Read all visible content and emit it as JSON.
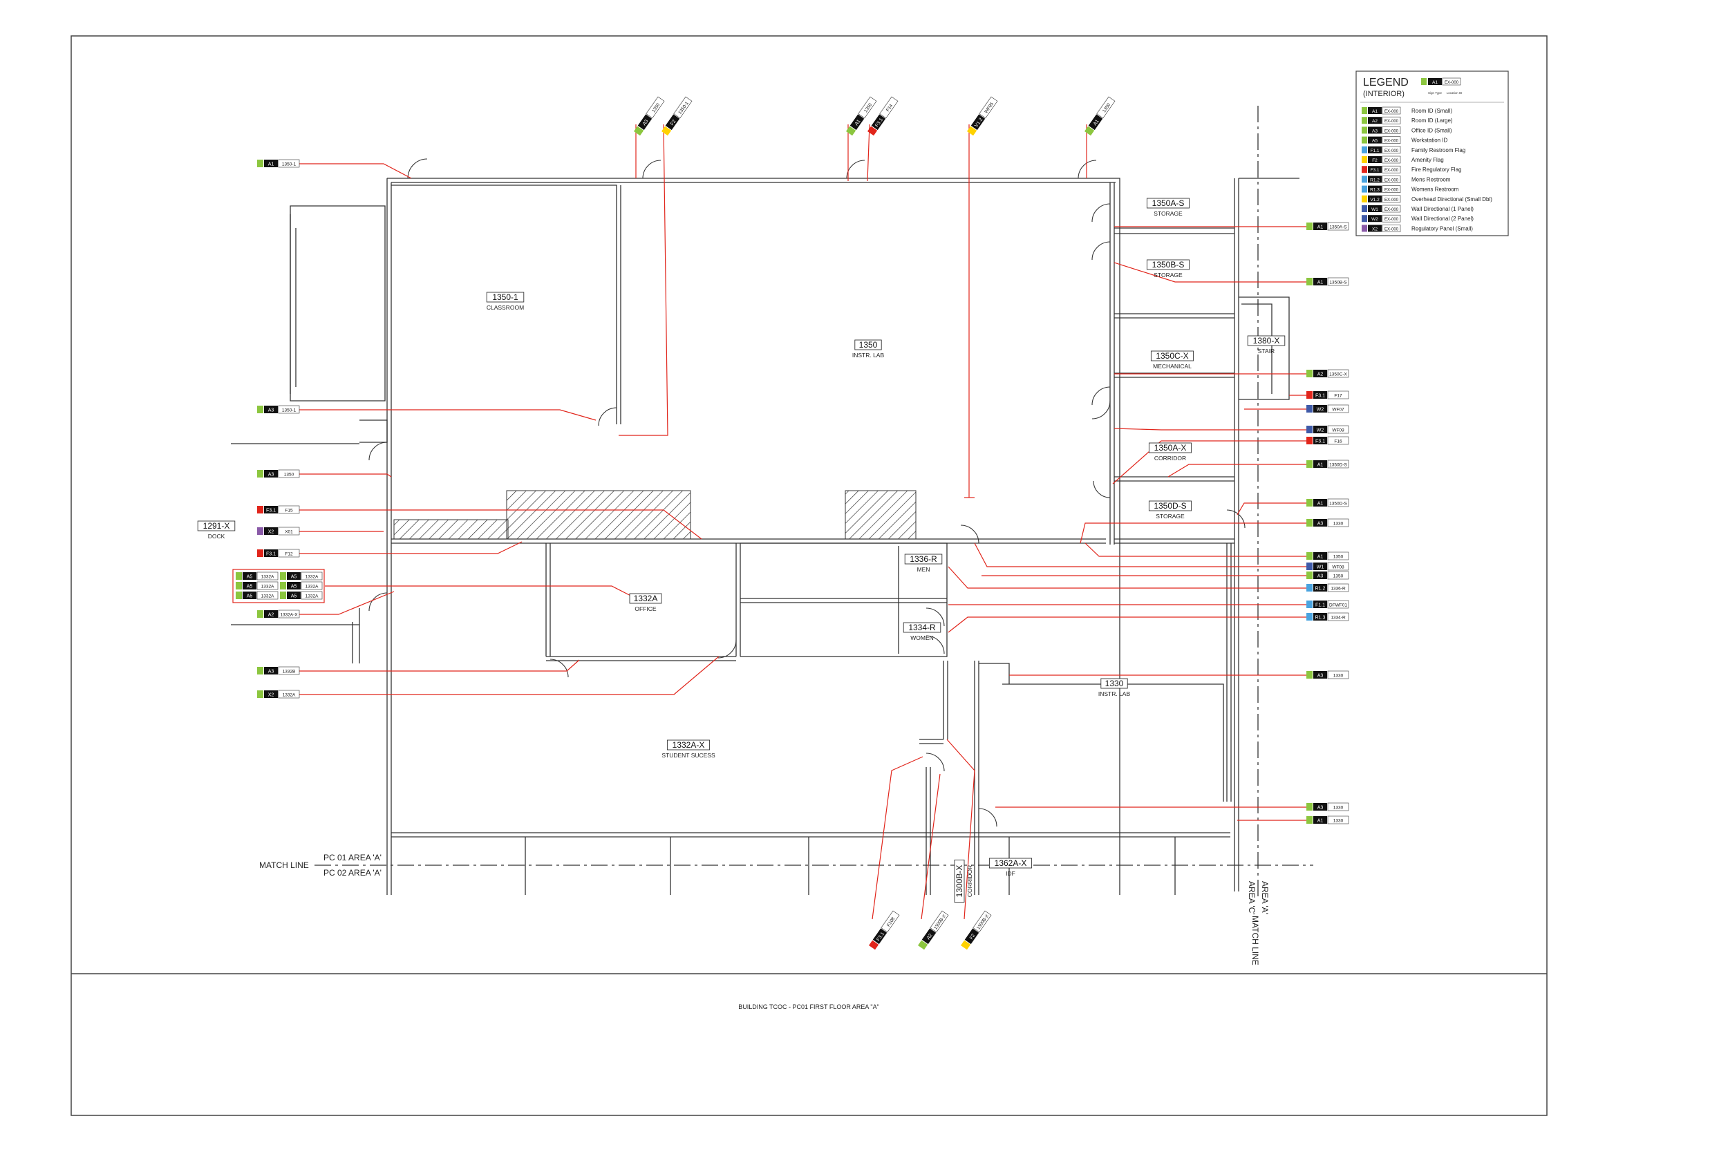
{
  "sheet_title": "BUILDING TCOC - PC01 FIRST FLOOR AREA \"A\"",
  "match_line": {
    "label": "MATCH LINE",
    "upper": "PC 01 AREA 'A'",
    "lower": "PC 02 AREA 'A'"
  },
  "area_match_line": {
    "line1": "AREA 'A'",
    "line2": "AREA 'C'",
    "label": "MATCH LINE"
  },
  "colors": {
    "green": "#8cc63f",
    "yellow": "#ffd200",
    "red": "#e1251b",
    "blue": "#4aa3df",
    "navy": "#3f5aa8",
    "teal": "#2db5a3",
    "purple": "#8a5aa8",
    "leader": "#e1251b"
  },
  "legend": {
    "title": "LEGEND",
    "subtitle": "(INTERIOR)",
    "sample_code": "A1",
    "sample_id": "EX-000",
    "sample_caption_type": "Sign Type",
    "sample_caption_loc": "Location ID",
    "items": [
      {
        "color": "green",
        "code": "A1",
        "id": "EX-000",
        "desc": "Room ID (Small)"
      },
      {
        "color": "green",
        "code": "A2",
        "id": "EX-000",
        "desc": "Room ID (Large)"
      },
      {
        "color": "green",
        "code": "A3",
        "id": "EX-000",
        "desc": "Office ID (Small)"
      },
      {
        "color": "green",
        "code": "A5",
        "id": "EX-000",
        "desc": "Workstation ID"
      },
      {
        "color": "blue",
        "code": "F1.1",
        "id": "EX-000",
        "desc": "Family Restroom Flag"
      },
      {
        "color": "yellow",
        "code": "F2",
        "id": "EX-000",
        "desc": "Amenity Flag"
      },
      {
        "color": "red",
        "code": "F3.1",
        "id": "EX-000",
        "desc": "Fire Regulatory Flag"
      },
      {
        "color": "blue",
        "code": "R1.2",
        "id": "EX-000",
        "desc": "Mens Restroom"
      },
      {
        "color": "blue",
        "code": "R1.3",
        "id": "EX-000",
        "desc": "Womens Restroom"
      },
      {
        "color": "yellow",
        "code": "V1.2",
        "id": "EX-000",
        "desc": "Overhead Directional (Small Dbl)"
      },
      {
        "color": "navy",
        "code": "W1",
        "id": "EX-000",
        "desc": "Wall Directional (1 Panel)"
      },
      {
        "color": "navy",
        "code": "W2",
        "id": "EX-000",
        "desc": "Wall Directional (2 Panel)"
      },
      {
        "color": "purple",
        "code": "X2",
        "id": "EX-000",
        "desc": "Regulatory Panel (Small)"
      }
    ]
  },
  "rooms": [
    {
      "number": "1350-1",
      "name": "CLASSROOM"
    },
    {
      "number": "1350",
      "name": "INSTR. LAB"
    },
    {
      "number": "1350A-S",
      "name": "STORAGE"
    },
    {
      "number": "1350B-S",
      "name": "STORAGE"
    },
    {
      "number": "1350C-X",
      "name": "MECHANICAL"
    },
    {
      "number": "1380-X",
      "name": "STAIR"
    },
    {
      "number": "1350A-X",
      "name": "CORRIDOR"
    },
    {
      "number": "1350D-S",
      "name": "STORAGE"
    },
    {
      "number": "1291-X",
      "name": "DOCK"
    },
    {
      "number": "1336-R",
      "name": "MEN"
    },
    {
      "number": "1334-R",
      "name": "WOMEN"
    },
    {
      "number": "1332A",
      "name": "OFFICE"
    },
    {
      "number": "1330",
      "name": "INSTR. LAB"
    },
    {
      "number": "1332A-X",
      "name": "STUDENT SUCESS"
    },
    {
      "number": "1362A-X",
      "name": "IDF"
    },
    {
      "number": "1300B-X",
      "name": "CORRIDOR"
    }
  ],
  "tags_left": [
    {
      "color": "green",
      "code": "A1",
      "id": "1350-1"
    },
    {
      "color": "green",
      "code": "A3",
      "id": "1350-1"
    },
    {
      "color": "green",
      "code": "A3",
      "id": "1350"
    },
    {
      "color": "red",
      "code": "F3.1",
      "id": "F15"
    },
    {
      "color": "purple",
      "code": "X2",
      "id": "X01"
    },
    {
      "color": "red",
      "code": "F3.1",
      "id": "F12"
    },
    {
      "color": "green",
      "code": "A2",
      "id": "1332A-X"
    },
    {
      "color": "green",
      "code": "A3",
      "id": "1332B"
    },
    {
      "color": "green",
      "code": "X2",
      "id": "1332A"
    }
  ],
  "tag_group": [
    {
      "color": "green",
      "code": "A5",
      "id": "1332A"
    },
    {
      "color": "green",
      "code": "A5",
      "id": "1332A"
    },
    {
      "color": "green",
      "code": "A5",
      "id": "1332A"
    },
    {
      "color": "green",
      "code": "A5",
      "id": "1332A"
    },
    {
      "color": "green",
      "code": "A5",
      "id": "1332A"
    },
    {
      "color": "green",
      "code": "A5",
      "id": "1332A"
    }
  ],
  "tags_right": [
    {
      "color": "green",
      "code": "A1",
      "id": "1350A-S"
    },
    {
      "color": "green",
      "code": "A1",
      "id": "1350B-S"
    },
    {
      "color": "green",
      "code": "A2",
      "id": "1350C-X"
    },
    {
      "color": "red",
      "code": "F3.1",
      "id": "F17"
    },
    {
      "color": "navy",
      "code": "W2",
      "id": "WF07"
    },
    {
      "color": "navy",
      "code": "W2",
      "id": "WF09"
    },
    {
      "color": "red",
      "code": "F3.1",
      "id": "F16"
    },
    {
      "color": "green",
      "code": "A1",
      "id": "1350D-S"
    },
    {
      "color": "green",
      "code": "A1",
      "id": "1350D-S"
    },
    {
      "color": "green",
      "code": "A3",
      "id": "1330"
    },
    {
      "color": "green",
      "code": "A1",
      "id": "1350"
    },
    {
      "color": "navy",
      "code": "W1",
      "id": "WF08"
    },
    {
      "color": "green",
      "code": "A3",
      "id": "1350"
    },
    {
      "color": "blue",
      "code": "R1.2",
      "id": "1336-R"
    },
    {
      "color": "blue",
      "code": "F1.1",
      "id": "DFWF01"
    },
    {
      "color": "blue",
      "code": "R1.3",
      "id": "1334-R"
    },
    {
      "color": "green",
      "code": "A3",
      "id": "1330"
    },
    {
      "color": "green",
      "code": "A3",
      "id": "1330"
    },
    {
      "color": "green",
      "code": "A1",
      "id": "1330"
    }
  ],
  "tags_top": [
    {
      "color": "green",
      "code": "A3",
      "id": "1350"
    },
    {
      "color": "yellow",
      "code": "F2",
      "id": "1350-1"
    },
    {
      "color": "green",
      "code": "A1",
      "id": "1350"
    },
    {
      "color": "red",
      "code": "F3.1",
      "id": "F14"
    },
    {
      "color": "yellow",
      "code": "V1.2",
      "id": "WF05"
    },
    {
      "color": "green",
      "code": "A1",
      "id": "1350"
    }
  ],
  "tags_bottom": [
    {
      "color": "red",
      "code": "F3.1",
      "id": "F108"
    },
    {
      "color": "green",
      "code": "A2",
      "id": "1300B-X"
    },
    {
      "color": "yellow",
      "code": "F2",
      "id": "1300B-X"
    }
  ]
}
